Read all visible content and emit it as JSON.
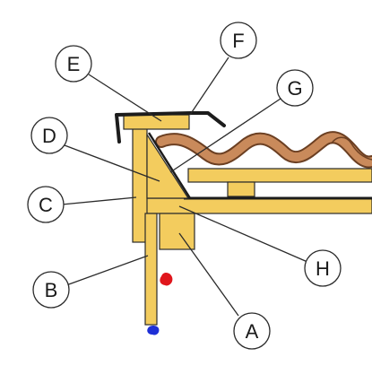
{
  "labels": {
    "A": "A",
    "B": "B",
    "C": "C",
    "D": "D",
    "E": "E",
    "F": "F",
    "G": "G",
    "H": "H"
  },
  "colors": {
    "timber": "#F3CC5E",
    "timber_outline": "#2b2b2b",
    "tile": "#C98A5B",
    "tile_outline": "#6b3f22",
    "flashing": "#1c1c1c",
    "membrane": "#1c1c1c",
    "marker_red": "#E0161C",
    "marker_blue": "#1E2FD6",
    "callout_fill": "#ffffff",
    "callout_stroke": "#2b2b2b"
  }
}
